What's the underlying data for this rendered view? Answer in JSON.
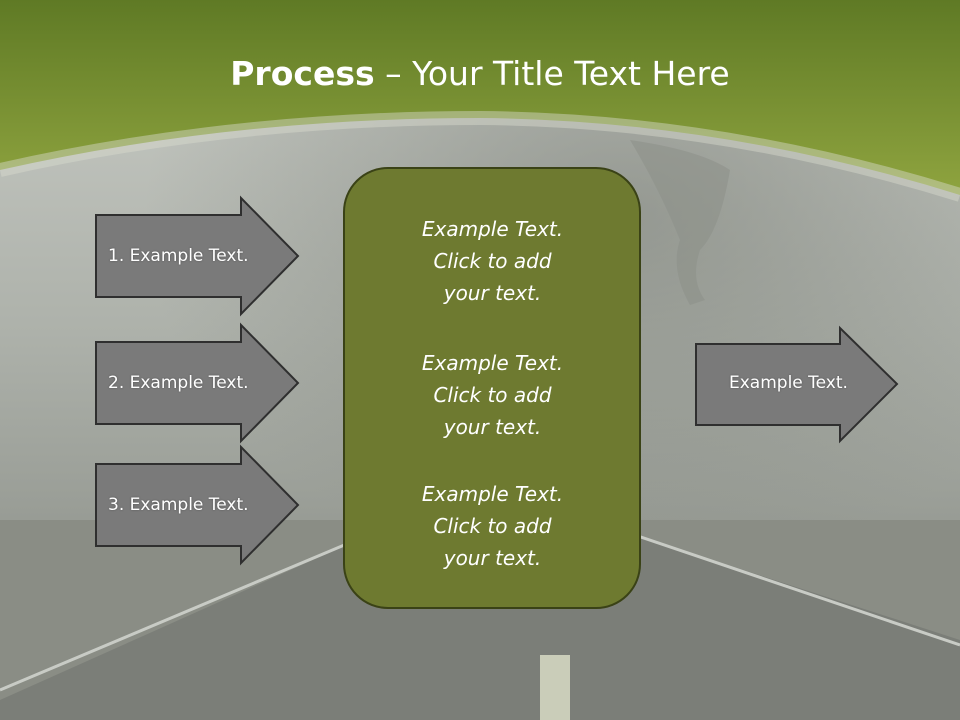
{
  "slide": {
    "title_bold": "Process",
    "title_rest": " – Your Title Text Here",
    "colors": {
      "banner_green": "#6f8a2f",
      "box_green": "#6e7a30",
      "arrow_gray": "#7a7a7a",
      "text": "#ffffff"
    },
    "input_arrows": [
      {
        "label": "1. Example Text."
      },
      {
        "label": "2. Example Text."
      },
      {
        "label": "3. Example Text."
      }
    ],
    "center_box": {
      "paragraphs": [
        {
          "line1": "Example Text.",
          "line2": "Click  to add",
          "line3": "your text."
        },
        {
          "line1": "Example Text.",
          "line2": "Click  to add",
          "line3": "your text."
        },
        {
          "line1": "Example Text.",
          "line2": "Click  to add",
          "line3": "your text."
        }
      ]
    },
    "output_arrow": {
      "label": "Example Text."
    }
  }
}
